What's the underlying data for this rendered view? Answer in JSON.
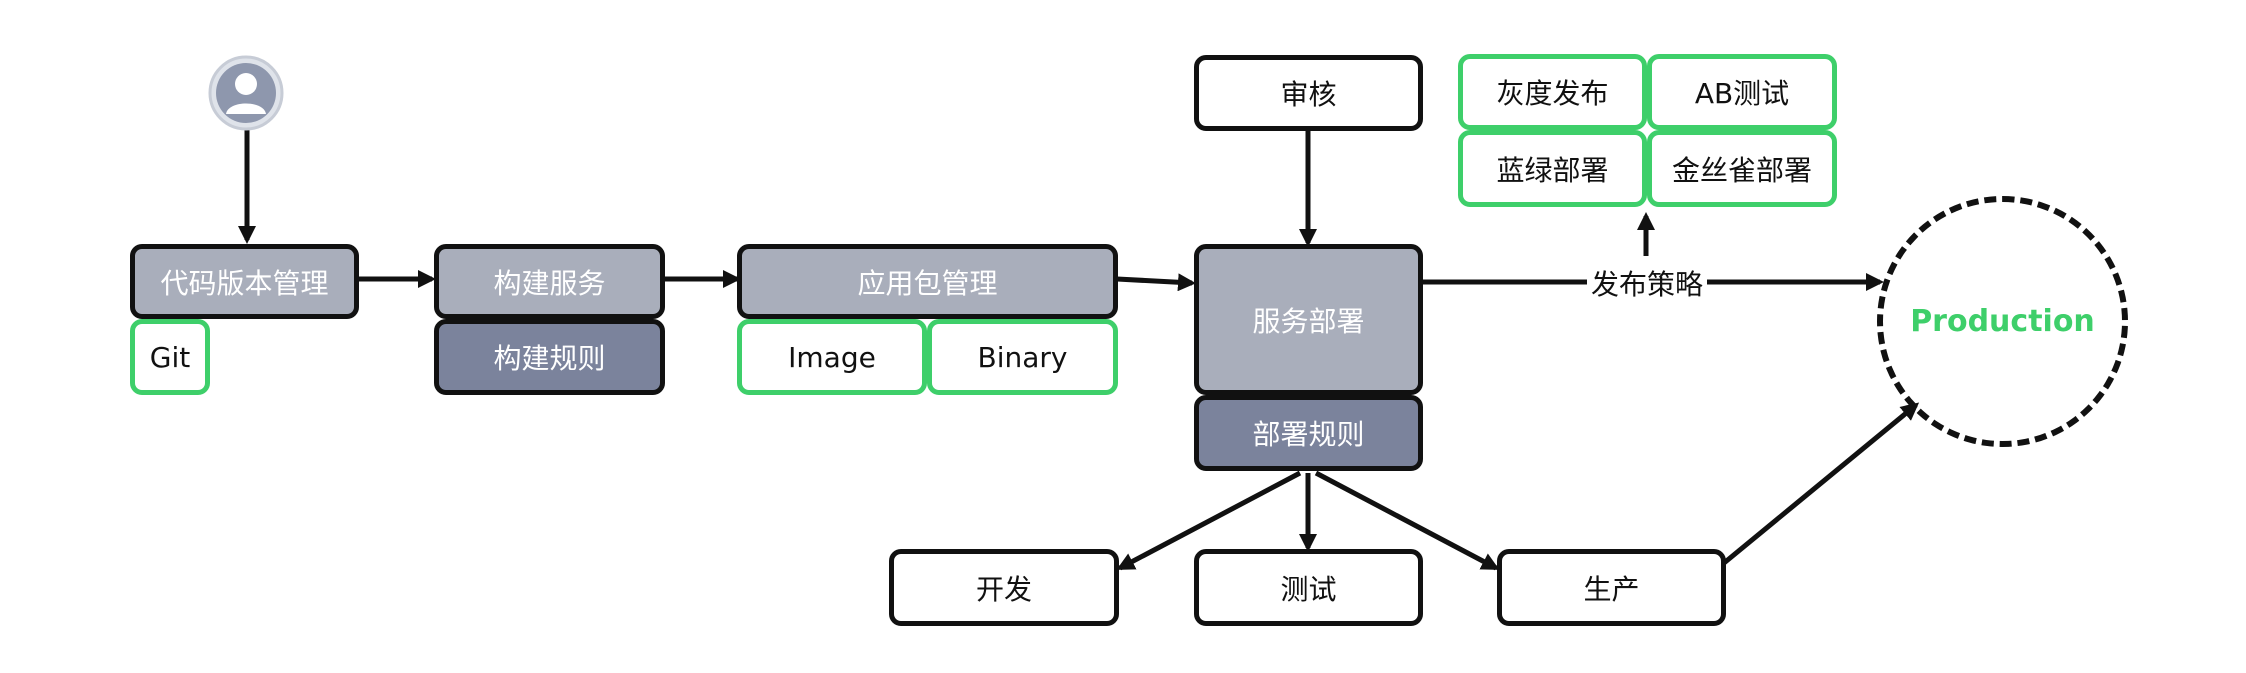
{
  "nodes": {
    "code_mgmt": "代码版本管理",
    "git": "Git",
    "build_service": "构建服务",
    "build_rules": "构建规则",
    "app_pkg_mgmt": "应用包管理",
    "image": "Image",
    "binary": "Binary",
    "review": "审核",
    "deploy_service": "服务部署",
    "deploy_rules": "部署规则",
    "gray_release": "灰度发布",
    "ab_test": "AB测试",
    "blue_green": "蓝绿部署",
    "canary": "金丝雀部署",
    "dev": "开发",
    "test": "测试",
    "prod_env": "生产",
    "production": "Production"
  },
  "edge_labels": {
    "release_strategy": "发布策略"
  },
  "colors": {
    "green": "#3ecf6a",
    "grey_light": "#a9aebb",
    "grey_dark": "#7b839c",
    "stroke": "#111111"
  },
  "icons": {
    "user": "user-avatar-icon"
  }
}
